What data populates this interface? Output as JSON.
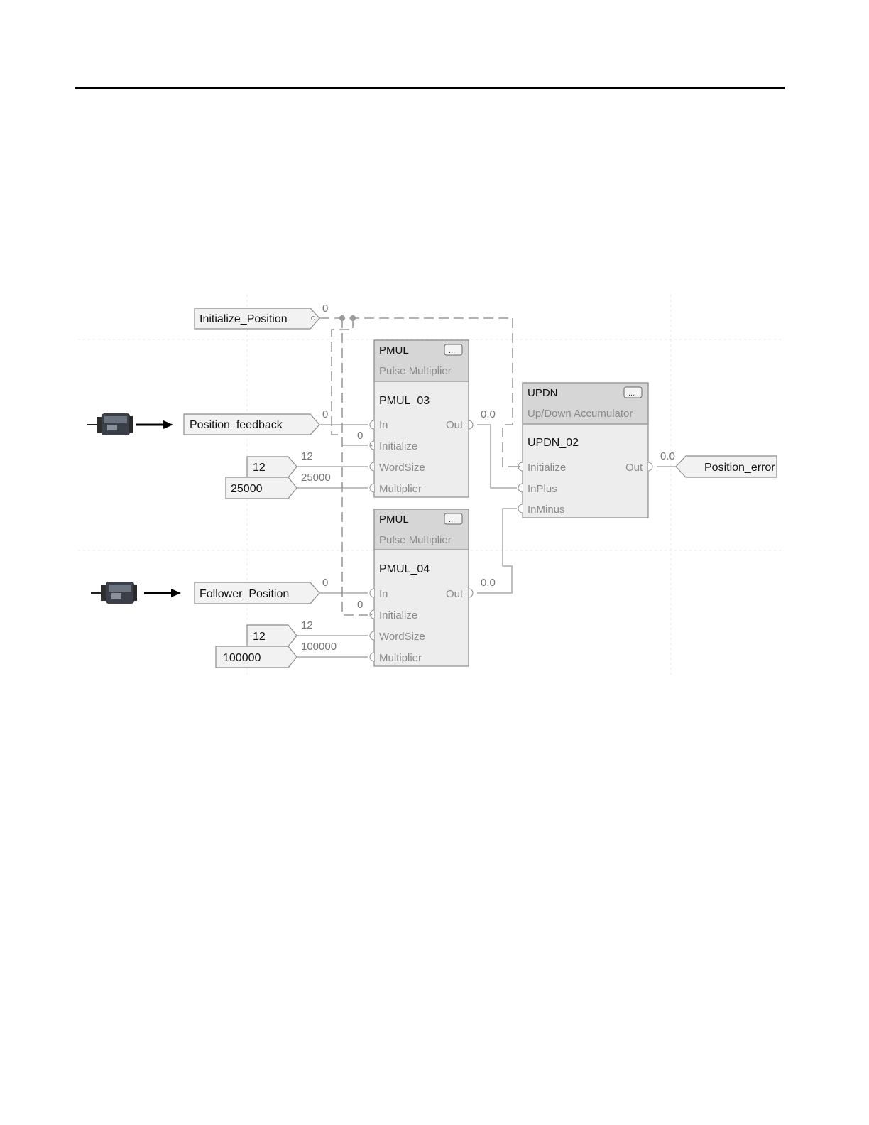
{
  "tags": {
    "initialize_position": "Initialize_Position",
    "position_feedback": "Position_feedback",
    "follower_position": "Follower_Position",
    "position_error": "Position_error",
    "wordsize_1": "12",
    "multiplier_1": "25000",
    "wordsize_2": "12",
    "multiplier_2": "100000"
  },
  "values": {
    "init_pos": "0",
    "pos_feedback": "0",
    "pmul03_init": "0",
    "wordsize_1": "12",
    "multiplier_1": "25000",
    "pmul03_out": "0.0",
    "follower_pos": "0",
    "pmul04_init": "0",
    "wordsize_2": "12",
    "multiplier_2": "100000",
    "pmul04_out": "0.0",
    "updn_out": "0.0"
  },
  "blocks": {
    "pmul03": {
      "type": "PMUL",
      "desc": "Pulse Multiplier",
      "name": "PMUL_03",
      "pins": {
        "in": "In",
        "init": "Initialize",
        "wordsize": "WordSize",
        "multiplier": "Multiplier",
        "out": "Out"
      },
      "btn": "..."
    },
    "pmul04": {
      "type": "PMUL",
      "desc": "Pulse Multiplier",
      "name": "PMUL_04",
      "pins": {
        "in": "In",
        "init": "Initialize",
        "wordsize": "WordSize",
        "multiplier": "Multiplier",
        "out": "Out"
      },
      "btn": "..."
    },
    "updn02": {
      "type": "UPDN",
      "desc": "Up/Down Accumulator",
      "name": "UPDN_02",
      "pins": {
        "init": "Initialize",
        "inplus": "InPlus",
        "inminus": "InMinus",
        "out": "Out"
      },
      "btn": "..."
    }
  }
}
